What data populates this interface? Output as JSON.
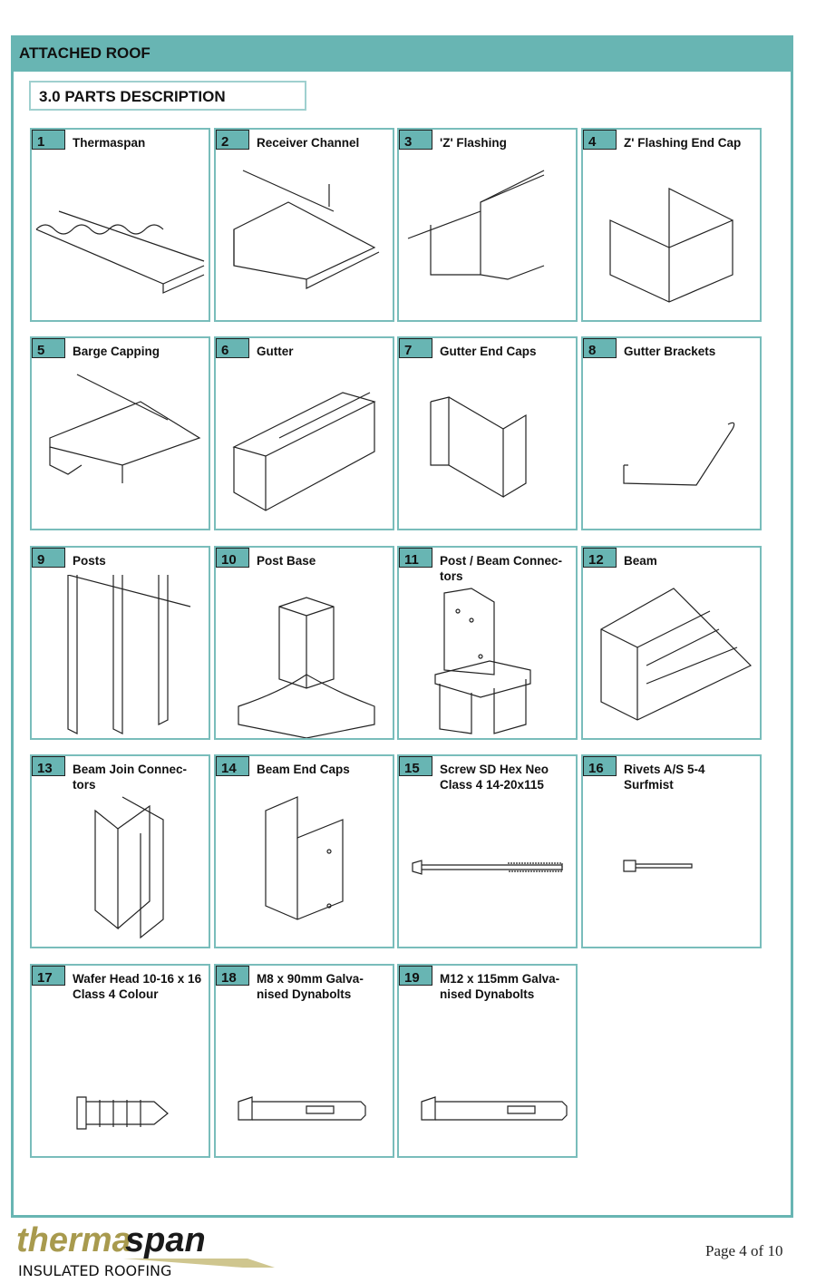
{
  "header": {
    "title": "ATTACHED ROOF"
  },
  "section": {
    "title": "3.0 PARTS DESCRIPTION"
  },
  "parts": [
    {
      "num": "1",
      "label": "Thermaspan"
    },
    {
      "num": "2",
      "label": "Receiver Channel"
    },
    {
      "num": "3",
      "label": "'Z' Flashing"
    },
    {
      "num": "4",
      "label": "Z' Flashing End Cap"
    },
    {
      "num": "5",
      "label": "Barge Capping"
    },
    {
      "num": "6",
      "label": "Gutter"
    },
    {
      "num": "7",
      "label": "Gutter End Caps"
    },
    {
      "num": "8",
      "label": "Gutter Brackets"
    },
    {
      "num": "9",
      "label": "Posts"
    },
    {
      "num": "10",
      "label": "Post Base"
    },
    {
      "num": "11",
      "label": "Post / Beam Connec-tors"
    },
    {
      "num": "12",
      "label": "Beam"
    },
    {
      "num": "13",
      "label": "Beam Join Connec-tors"
    },
    {
      "num": "14",
      "label": "Beam End Caps"
    },
    {
      "num": "15",
      "label": "Screw SD Hex Neo Class 4 14-20x115"
    },
    {
      "num": "16",
      "label": "Rivets A/S 5-4 Surfmist"
    },
    {
      "num": "17",
      "label": "Wafer Head 10-16 x 16 Class 4 Colour"
    },
    {
      "num": "18",
      "label": "M8 x 90mm Galva-nised Dynabolts"
    },
    {
      "num": "19",
      "label": "M12 x 115mm Galva-nised Dynabolts"
    }
  ],
  "footer": {
    "logo_word1": "therma",
    "logo_word2": "span",
    "logo_sub": "INSULATED ROOFING",
    "page": "Page 4 of 10"
  },
  "colors": {
    "teal": "#68b5b3",
    "gold": "#a89a4e"
  }
}
